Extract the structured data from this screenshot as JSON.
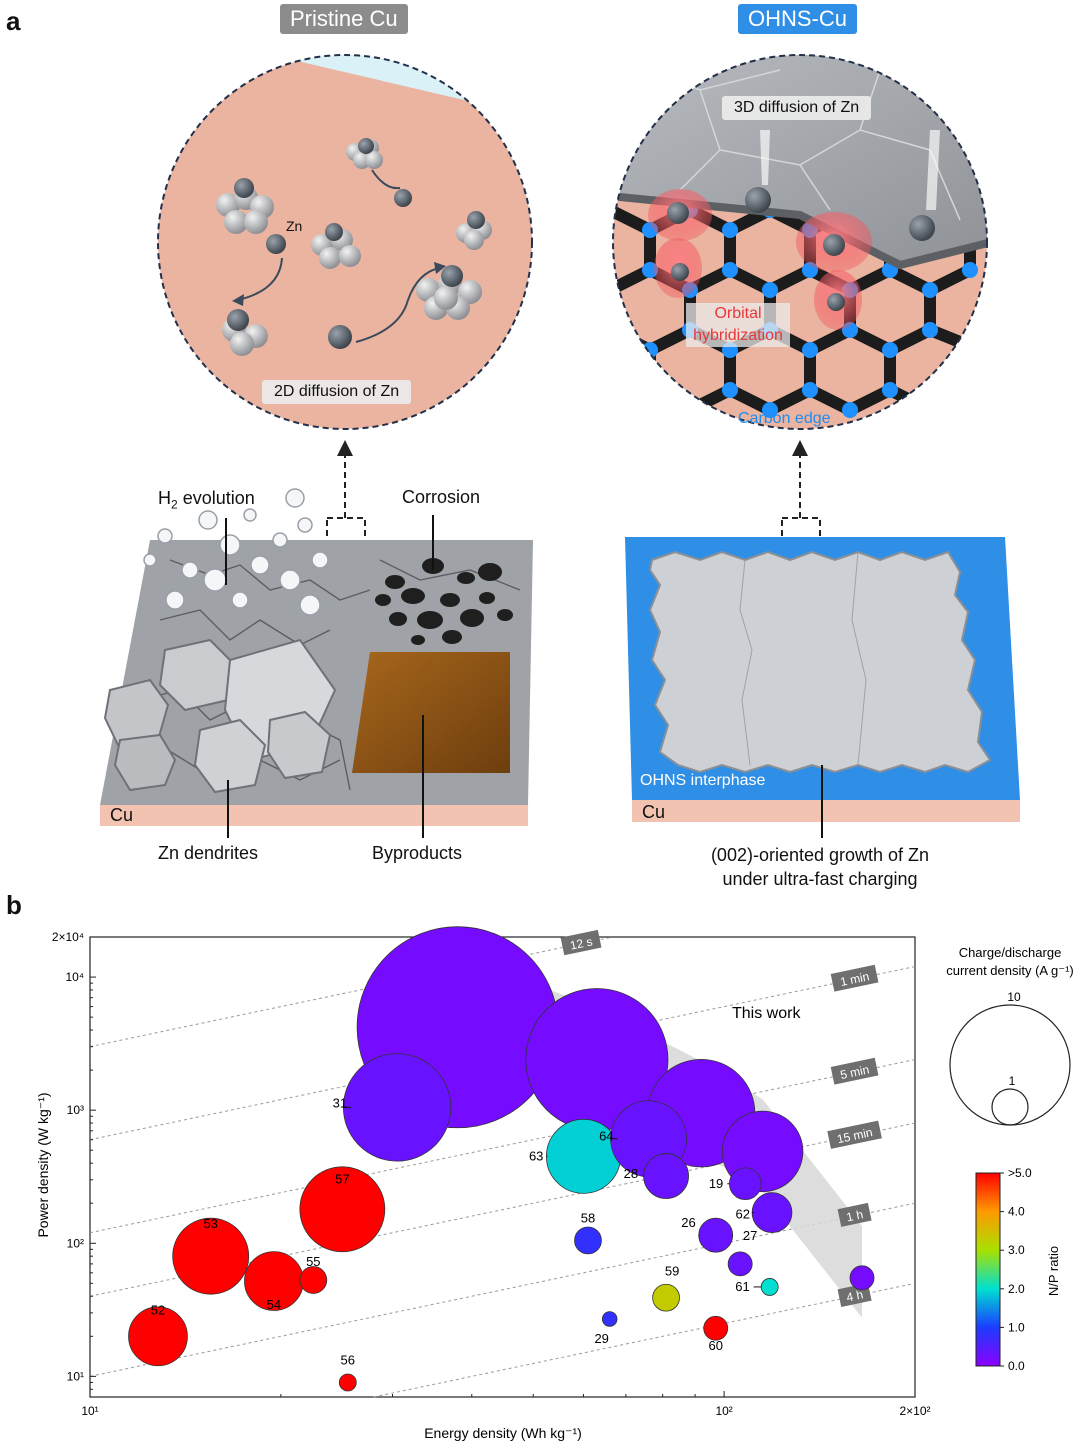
{
  "panel_a": {
    "letter": "a",
    "left": {
      "title": "Pristine Cu",
      "zn_atom_label": "Zn",
      "diffusion_label": "2D diffusion of Zn",
      "h2_label_pre": "H",
      "h2_label_sub": "2",
      "h2_label_post": " evolution",
      "corrosion_label": "Corrosion",
      "substrate_label": "Cu",
      "dendrites_label": "Zn dendrites",
      "byproducts_label": "Byproducts"
    },
    "right": {
      "title": "OHNS-Cu",
      "diffusion_label": "3D diffusion of Zn",
      "orbital_label_1": "Orbital",
      "orbital_label_2": "hybridization",
      "carbon_label": "Carbon edge",
      "interphase_label": "OHNS interphase",
      "substrate_label": "Cu",
      "growth_label_1": "(002)-oriented growth of Zn",
      "growth_label_2": "under ultra-fast charging"
    },
    "colors": {
      "pristine_tag": "#8c8c8c",
      "ohns_tag": "#2f8fe6",
      "cu_pink": "#f3c3b2",
      "blue_layer": "#2f8fe6",
      "carbon_node": "#1e90ff",
      "orbital_red": "#e8383a"
    }
  },
  "panel_b": {
    "letter": "b",
    "chart_data": {
      "type": "scatter",
      "xlabel": "Energy density (Wh kg⁻¹)",
      "ylabel": "Power density (W kg⁻¹)",
      "xscale": "log",
      "yscale": "log",
      "xlim": [
        10,
        200
      ],
      "ylim": [
        7,
        20000
      ],
      "x_tick_labels": [
        "10¹",
        "10²",
        "2×10²"
      ],
      "y_tick_labels": [
        "10¹",
        "10²",
        "10³",
        "10⁴",
        "2×10⁴"
      ],
      "time_lines": [
        "12 s",
        "1 min",
        "5 min",
        "15 min",
        "1 h",
        "4 h"
      ],
      "annotation": "This work",
      "size_legend_title_1": "Charge/discharge",
      "size_legend_title_2": "current density (A g⁻¹)",
      "size_legend_values": [
        "10",
        "1"
      ],
      "colorbar_title": "N/P ratio",
      "colorbar_ticks": [
        ">5.0",
        "4.0",
        "3.0",
        "2.0",
        "1.0",
        "0.0"
      ],
      "points": [
        {
          "label": "",
          "x": 38,
          "y": 4200,
          "current": 28,
          "np": 0.2
        },
        {
          "label": "",
          "x": 63,
          "y": 2400,
          "current": 14,
          "np": 0.2
        },
        {
          "label": "",
          "x": 92,
          "y": 950,
          "current": 8,
          "np": 0.2
        },
        {
          "label": "",
          "x": 115,
          "y": 490,
          "current": 4.5,
          "np": 0.2
        },
        {
          "label": "",
          "x": 165,
          "y": 55,
          "current": 0.4,
          "np": 0.2
        },
        {
          "label": "31",
          "x": 30.5,
          "y": 1050,
          "current": 8,
          "np": 0.3
        },
        {
          "label": "63",
          "x": 60,
          "y": 450,
          "current": 3.8,
          "np": 1.9
        },
        {
          "label": "64",
          "x": 76,
          "y": 610,
          "current": 4,
          "np": 0.3
        },
        {
          "label": "28",
          "x": 81,
          "y": 320,
          "current": 1.4,
          "np": 0.3
        },
        {
          "label": "19",
          "x": 108,
          "y": 280,
          "current": 0.7,
          "np": 0.3
        },
        {
          "label": "62",
          "x": 119,
          "y": 170,
          "current": 1.1,
          "np": 0.3
        },
        {
          "label": "26",
          "x": 97,
          "y": 115,
          "current": 0.8,
          "np": 0.3
        },
        {
          "label": "27",
          "x": 106,
          "y": 70,
          "current": 0.4,
          "np": 0.3
        },
        {
          "label": "61",
          "x": 118,
          "y": 47,
          "current": 0.2,
          "np": 2.0
        },
        {
          "label": "58",
          "x": 61,
          "y": 105,
          "current": 0.5,
          "np": 0.8
        },
        {
          "label": "59",
          "x": 81,
          "y": 39,
          "current": 0.5,
          "np": 3.3
        },
        {
          "label": "29",
          "x": 66,
          "y": 27,
          "current": 0.15,
          "np": 0.8
        },
        {
          "label": "60",
          "x": 97,
          "y": 23,
          "current": 0.4,
          "np": 5.0
        },
        {
          "label": "57",
          "x": 25,
          "y": 180,
          "current": 5,
          "np": 5.0
        },
        {
          "label": "53",
          "x": 15.5,
          "y": 80,
          "current": 4,
          "np": 5.0
        },
        {
          "label": "54",
          "x": 19.5,
          "y": 52,
          "current": 2.4,
          "np": 5.0
        },
        {
          "label": "55",
          "x": 22.5,
          "y": 53,
          "current": 0.5,
          "np": 5.0
        },
        {
          "label": "52",
          "x": 12.8,
          "y": 20,
          "current": 2.4,
          "np": 5.0
        },
        {
          "label": "56",
          "x": 25.5,
          "y": 9,
          "current": 0.2,
          "np": 5.0
        }
      ]
    }
  }
}
